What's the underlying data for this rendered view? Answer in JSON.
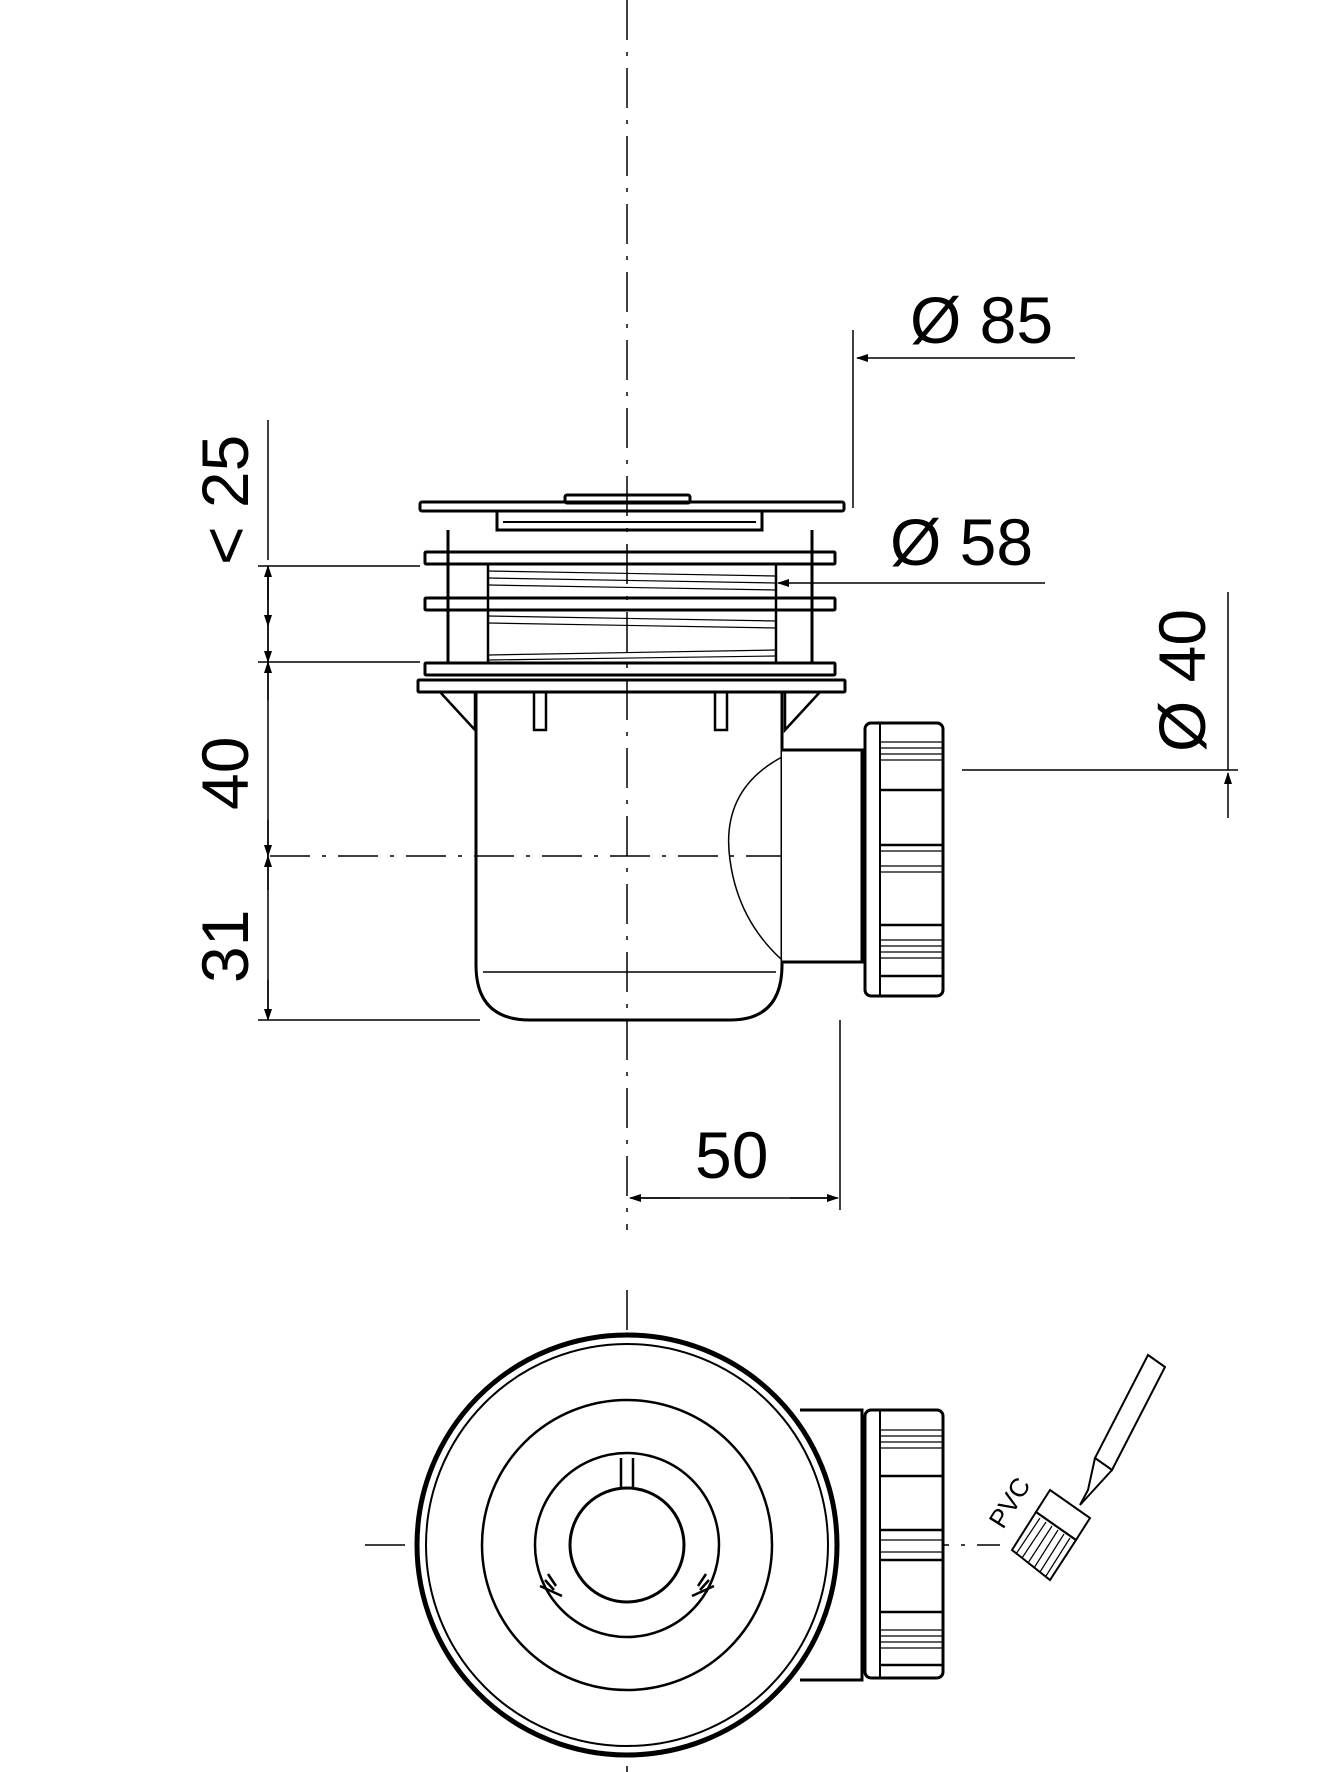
{
  "dimensions": {
    "d85": "Ø 85",
    "d58": "Ø 58",
    "d40": "Ø 40",
    "h25": "< 25",
    "h40": "40",
    "h31": "31",
    "w50": "50"
  },
  "material_label": "PVC",
  "icons": {
    "brush": "glue-brush-icon"
  },
  "colors": {
    "ink": "#000000",
    "background": "#ffffff"
  }
}
